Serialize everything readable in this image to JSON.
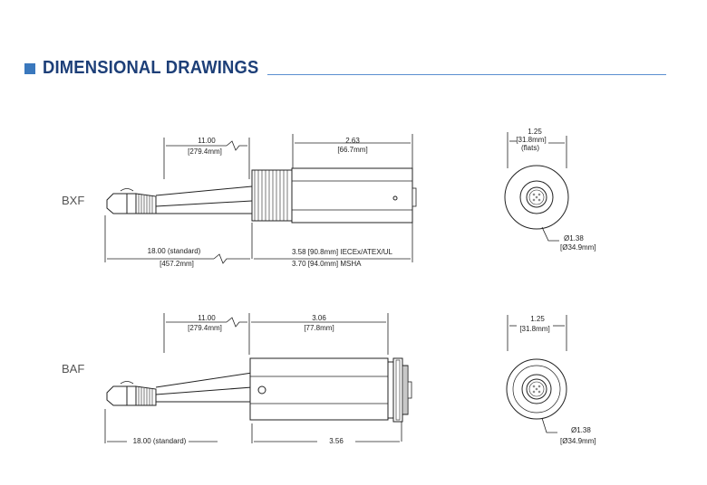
{
  "header": {
    "title": "DIMENSIONAL DRAWINGS"
  },
  "bxf": {
    "label": "BXF",
    "cable_len_in": "11.00",
    "cable_len_mm": "[279.4mm]",
    "body_len_in": "2.63",
    "body_len_mm": "[66.7mm]",
    "total_len_in": "18.00 (standard)",
    "total_len_mm": "[457.2mm]",
    "cert_len_1": "3.58 [90.8mm] IECEx/ATEX/UL",
    "cert_len_2": "3.70 [94.0mm] MSHA",
    "flats_in": "1.25",
    "flats_mm": "[31.8mm]",
    "flats_note": "(flats)",
    "dia_in": "Ø1.38",
    "dia_mm": "[Ø34.9mm]"
  },
  "baf": {
    "label": "BAF",
    "cable_len_in": "11.00",
    "cable_len_mm": "[279.4mm]",
    "body_len_in": "3.06",
    "body_len_mm": "[77.8mm]",
    "total_len_in": "18.00 (standard)",
    "total_len_right": "3.56",
    "end_in": "1.25",
    "end_mm": "[31.8mm]",
    "dia_in": "Ø1.38",
    "dia_mm": "[Ø34.9mm]"
  }
}
